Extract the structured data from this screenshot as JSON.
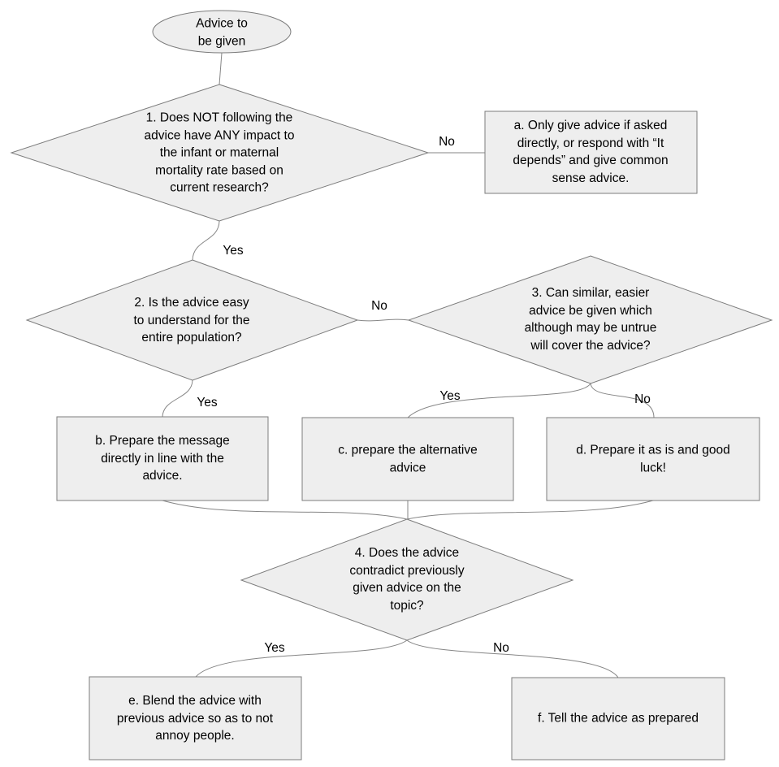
{
  "diagram": {
    "type": "flowchart",
    "colors": {
      "background": "#ffffff",
      "node_fill": "#eeeeee",
      "node_stroke": "#7c7c7c",
      "edge_stroke": "#858585",
      "text": "#000000"
    },
    "nodes": {
      "start": {
        "shape": "ellipse",
        "label": "Advice to\nbe given"
      },
      "q1": {
        "shape": "diamond",
        "label": "1. Does NOT following the\nadvice have ANY impact to\nthe infant or maternal\nmortality rate based on\ncurrent research?"
      },
      "a": {
        "shape": "rectangle",
        "label": "a. Only give advice if asked\ndirectly, or respond with “It\ndepends” and give common\nsense advice."
      },
      "q2": {
        "shape": "diamond",
        "label": "2. Is the advice easy\nto understand for the\nentire population?"
      },
      "q3": {
        "shape": "diamond",
        "label": "3. Can similar, easier\nadvice be given which\nalthough may be untrue\nwill cover the advice?"
      },
      "b": {
        "shape": "rectangle",
        "label": "b. Prepare the message\ndirectly in line with the\nadvice."
      },
      "c": {
        "shape": "rectangle",
        "label": "c. prepare the alternative\nadvice"
      },
      "d": {
        "shape": "rectangle",
        "label": "d. Prepare it as is and good\nluck!"
      },
      "q4": {
        "shape": "diamond",
        "label": "4. Does the advice\ncontradict previously\ngiven advice on the\ntopic?"
      },
      "e": {
        "shape": "rectangle",
        "label": "e. Blend the advice with\nprevious advice so as to not\nannoy people."
      },
      "f": {
        "shape": "rectangle",
        "label": "f. Tell the advice as prepared"
      }
    },
    "edges": [
      {
        "from": "start",
        "to": "q1",
        "label": ""
      },
      {
        "from": "q1",
        "to": "a",
        "label": "No"
      },
      {
        "from": "q1",
        "to": "q2",
        "label": "Yes"
      },
      {
        "from": "q2",
        "to": "q3",
        "label": "No"
      },
      {
        "from": "q2",
        "to": "b",
        "label": "Yes"
      },
      {
        "from": "q3",
        "to": "c",
        "label": "Yes"
      },
      {
        "from": "q3",
        "to": "d",
        "label": "No"
      },
      {
        "from": "b",
        "to": "q4",
        "label": ""
      },
      {
        "from": "c",
        "to": "q4",
        "label": ""
      },
      {
        "from": "d",
        "to": "q4",
        "label": ""
      },
      {
        "from": "q4",
        "to": "e",
        "label": "Yes"
      },
      {
        "from": "q4",
        "to": "f",
        "label": "No"
      }
    ]
  }
}
